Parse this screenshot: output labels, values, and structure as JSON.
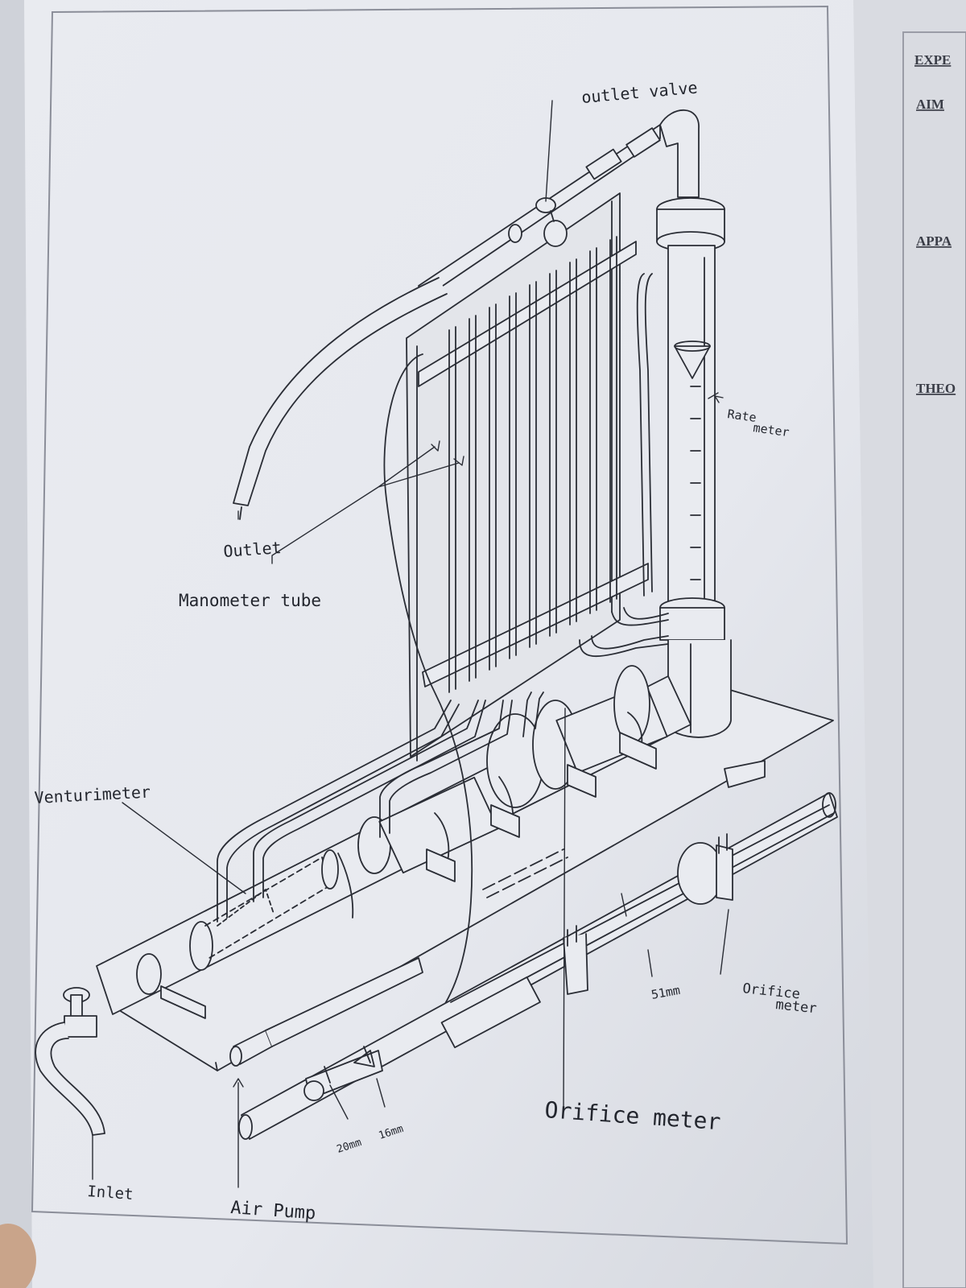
{
  "labels": {
    "outlet_valve": "outlet valve",
    "rate_meter_1": "Rate",
    "rate_meter_2": "meter",
    "outlet": "Outlet",
    "manometer_tube": "Manometer tube",
    "venturimeter": "Venturimeter",
    "orifice_meter_small_1": "Orifice",
    "orifice_meter_small_2": "meter",
    "dim_51": "51mm",
    "dim_20": "20mm",
    "dim_16": "16mm",
    "orifice_meter": "Orifice meter",
    "inlet": "Inlet",
    "air_pump": "Air Pump"
  },
  "right_page": {
    "heading_1": "EXPE",
    "heading_2": "AIM",
    "heading_3": "APPA",
    "heading_4": "THEO"
  }
}
